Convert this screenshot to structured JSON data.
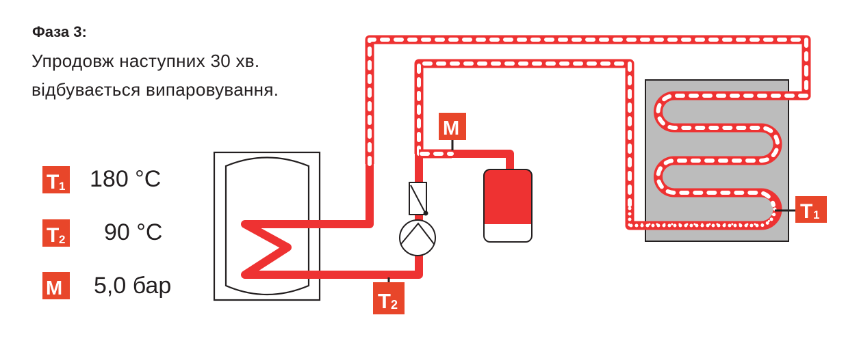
{
  "heading": {
    "title": "Фаза 3:",
    "line1": "Упродовж наступних 30 хв.",
    "line2": "відбувається випаровування."
  },
  "legend": [
    {
      "symbol": "T",
      "sub": "1",
      "value": "180 °C"
    },
    {
      "symbol": "T",
      "sub": "2",
      "value": "90 °C"
    },
    {
      "symbol": "M",
      "sub": "",
      "value": "5,0 бар"
    }
  ],
  "sensors": {
    "manometer": "M",
    "t1": {
      "symbol": "T",
      "sub": "1"
    },
    "t2": {
      "symbol": "T",
      "sub": "2"
    }
  },
  "colors": {
    "pipe": "#ee3232",
    "badge": "#e8462a",
    "collector": "#bcbcbc",
    "line": "#231f20"
  }
}
